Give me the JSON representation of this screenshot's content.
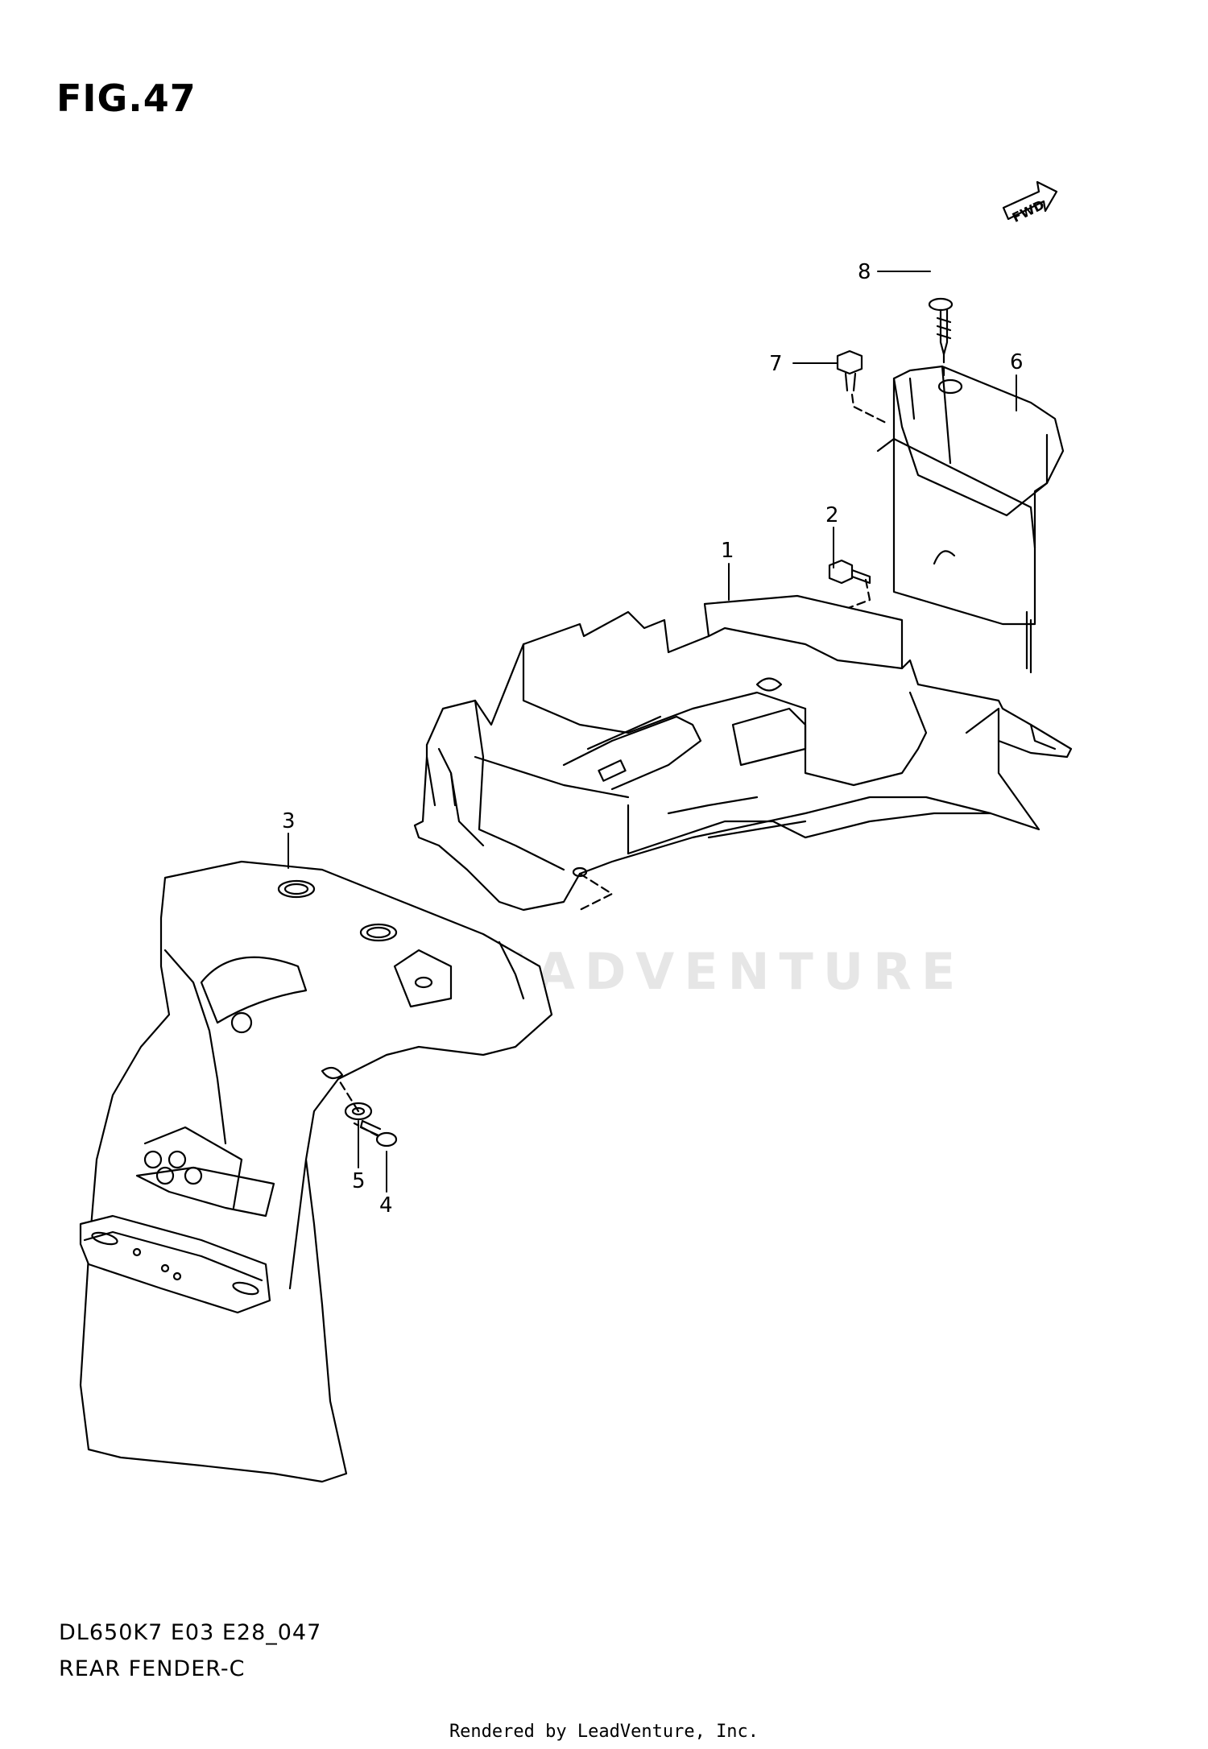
{
  "figure": {
    "title": "FIG.47"
  },
  "fwd_label": "FWD",
  "watermark": "LEADVENTURE",
  "callouts": [
    {
      "number": "1"
    },
    {
      "number": "2"
    },
    {
      "number": "3"
    },
    {
      "number": "4"
    },
    {
      "number": "5"
    },
    {
      "number": "6"
    },
    {
      "number": "7"
    },
    {
      "number": "8"
    }
  ],
  "footer": {
    "model_code": "DL650K7 E03 E28_047",
    "part_name": "REAR FENDER-C",
    "rendered_by": "Rendered by LeadVenture, Inc."
  }
}
